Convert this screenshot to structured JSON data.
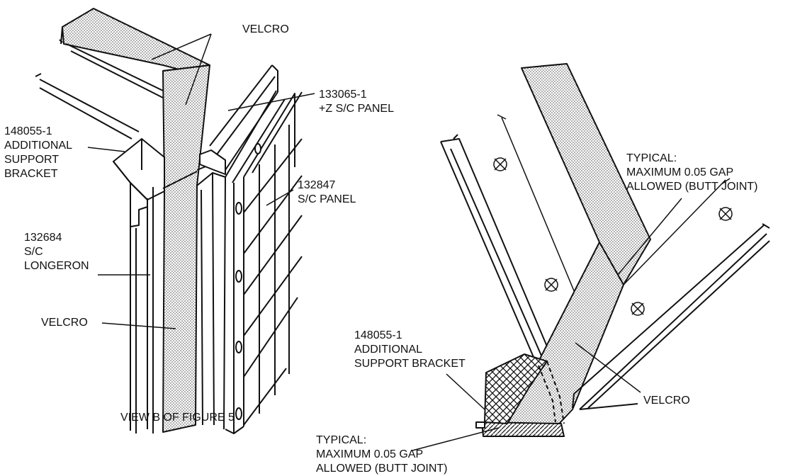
{
  "left_view": {
    "caption": "VIEW B OF FIGURE 5",
    "velcro_top": "VELCRO",
    "panel_z": [
      "133065-1",
      "+Z S/C PANEL"
    ],
    "bracket": [
      "148055-1",
      "ADDITIONAL",
      "SUPPORT",
      "BRACKET"
    ],
    "panel_sc": [
      "132847",
      "S/C PANEL"
    ],
    "longeron": [
      "132684",
      "S/C",
      "LONGERON"
    ],
    "velcro_bottom": "VELCRO"
  },
  "right_view": {
    "gap_top": [
      "TYPICAL:",
      "MAXIMUM 0.05 GAP",
      "ALLOWED (BUTT JOINT)"
    ],
    "bracket": [
      "148055-1",
      "ADDITIONAL",
      "SUPPORT BRACKET"
    ],
    "velcro": "VELCRO",
    "gap_bottom": [
      "TYPICAL:",
      "MAXIMUM 0.05 GAP",
      "ALLOWED (BUTT JOINT)"
    ]
  },
  "colors": {
    "ink": "#111111",
    "velcro_fill": "#d9d9d9"
  }
}
